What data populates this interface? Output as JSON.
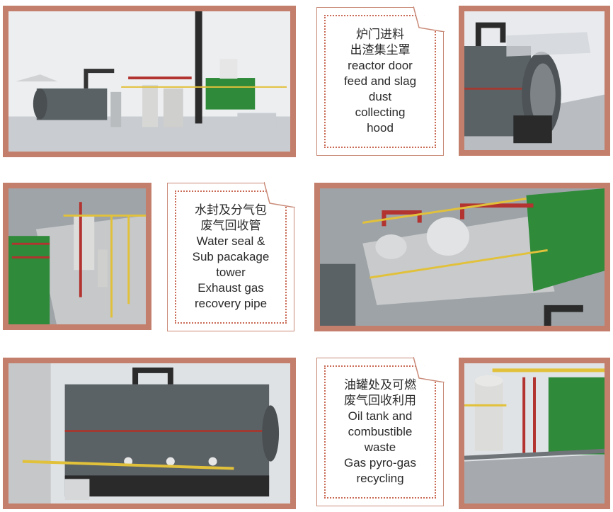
{
  "colors": {
    "frame_border": "#c47f6c",
    "note_border": "#c98a78",
    "note_dots": "#c96a55",
    "equipment_green": "#2f8a3a",
    "pipe_red": "#b2332f",
    "rail_yellow": "#e2c13a",
    "reactor_gray": "#5b6266"
  },
  "images": [
    {
      "name": "full-plant-overview",
      "icon": "plant-render-icon"
    },
    {
      "name": "reactor-door-closeup",
      "icon": "plant-render-icon"
    },
    {
      "name": "water-seal-tower-closeup",
      "icon": "plant-render-icon"
    },
    {
      "name": "platform-separator-closeup",
      "icon": "plant-render-icon"
    },
    {
      "name": "reactor-side-view",
      "icon": "plant-render-icon"
    },
    {
      "name": "oil-tank-closeup",
      "icon": "plant-render-icon"
    }
  ],
  "notes": [
    {
      "lines": [
        "炉门进料",
        "出渣集尘罩",
        "reactor door",
        "feed and slag",
        "dust",
        "collecting",
        "hood"
      ]
    },
    {
      "lines": [
        "水封及分气包",
        "废气回收管",
        "Water seal &",
        "Sub pacakage",
        "tower",
        "Exhaust gas",
        "recovery pipe"
      ]
    },
    {
      "lines": [
        "油罐处及可燃",
        "废气回收利用",
        "Oil tank and",
        "combustible",
        "waste",
        "Gas pyro-gas",
        "recycling"
      ]
    }
  ]
}
